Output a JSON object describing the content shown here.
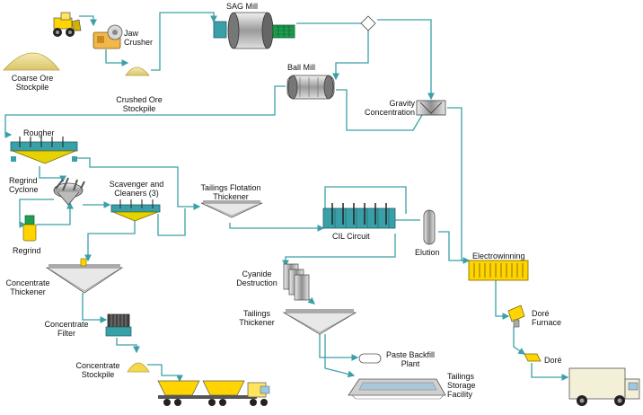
{
  "colors": {
    "pipe": "#3aa0a8",
    "equipment": "#c9c9c9",
    "stockpile": "#e9d98a",
    "accent": "#d6b800"
  },
  "labels": {
    "coarse_ore_stockpile": "Coarse Ore\nStockpile",
    "jaw_crusher": "Jaw\nCrusher",
    "crushed_ore_stockpile": "Crushed Ore\nStockpile",
    "sag_mill": "SAG Mill",
    "ball_mill": "Ball Mill",
    "gravity_concentration": "Gravity\nConcentration",
    "rougher": "Rougher",
    "regrind_cyclone": "Regrind\nCyclone",
    "scavenger_cleaners": "Scavenger and\nCleaners (3)",
    "tailings_flotation_thickener": "Tailings Flotation\nThickener",
    "regrind": "Regrind",
    "cil_circuit": "CIL Circuit",
    "elution": "Elution",
    "electrowinning": "Electrowinning",
    "concentrate_thickener": "Concentrate\nThickener",
    "cyanide_destruction": "Cyanide\nDestruction",
    "concentrate_filter": "Concentrate\nFilter",
    "tailings_thickener": "Tailings\nThickener",
    "dore_furnace": "Doré\nFurnace",
    "concentrate_stockpile": "Concentrate\nStockpile",
    "paste_backfill_plant": "Paste Backfill\nPlant",
    "dore": "Doré",
    "tailings_storage_facility": "Tailings\nStorage\nFacility"
  }
}
